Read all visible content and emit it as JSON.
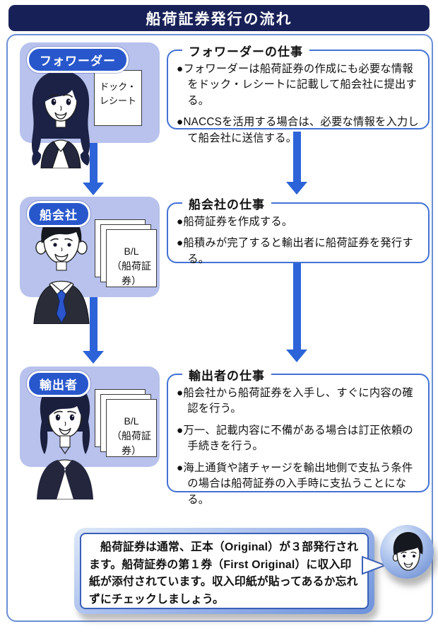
{
  "title": "船荷証券発行の流れ",
  "colors": {
    "header_bg": "#182157",
    "panel_bg": "#b8c2ed",
    "pill_bg": "#2857cc",
    "arrow": "#2d63d8",
    "box_border": "#4272d6"
  },
  "sections": [
    {
      "actor": "フォワーダー",
      "document": "ドック・\nレシート",
      "job_title": "フォワーダーの仕事",
      "bullets": [
        "●フォワーダーは船荷証券の作成にも必要な情報をドック・レシートに記載して船会社に提出する。",
        "●NACCSを活用する場合は、必要な情報を入力して船会社に送信する。"
      ]
    },
    {
      "actor": "船会社",
      "document": "B/L\n（船荷証券）",
      "job_title": "船会社の仕事",
      "bullets": [
        "●船荷証券を作成する。",
        "●船積みが完了すると輸出者に船荷証券を発行する。"
      ]
    },
    {
      "actor": "輸出者",
      "document": "B/L\n（船荷証券）",
      "job_title": "輸出者の仕事",
      "bullets": [
        "●船会社から船荷証券を入手し、すぐに内容の確認を行う。",
        "●万一、記載内容に不備がある場合は訂正依頼の手続きを行う。",
        "●海上通貨や諸チャージを輸出地側で支払う条件の場合は船荷証券の入手時に支払うことになる。"
      ]
    }
  ],
  "note": {
    "text": "　船荷証券は通常、正本（Original）が３部発行されます。船荷証券の第１券（First Original）に収入印紙が添付されています。収入印紙が貼ってあるか忘れずにチェックしましょう。"
  }
}
